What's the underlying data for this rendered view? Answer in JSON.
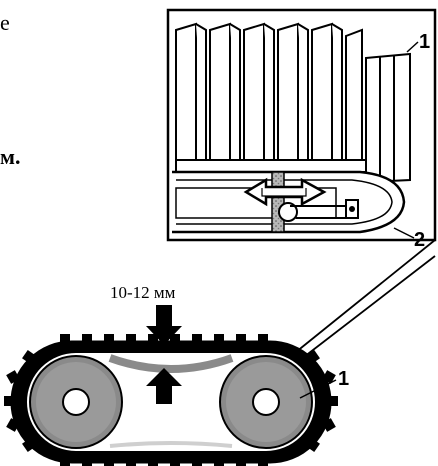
{
  "text_fragments": {
    "top": "е",
    "bottom": "м."
  },
  "diagram": {
    "labels": {
      "alternator_top": "1",
      "tensioner": "2",
      "pulley_bottom": "1",
      "deflection": "10-12 мм"
    },
    "colors": {
      "ink": "#000000",
      "paper": "#ffffff",
      "gray": "#8a8a8a",
      "light_gray": "#cfcfcf"
    }
  }
}
